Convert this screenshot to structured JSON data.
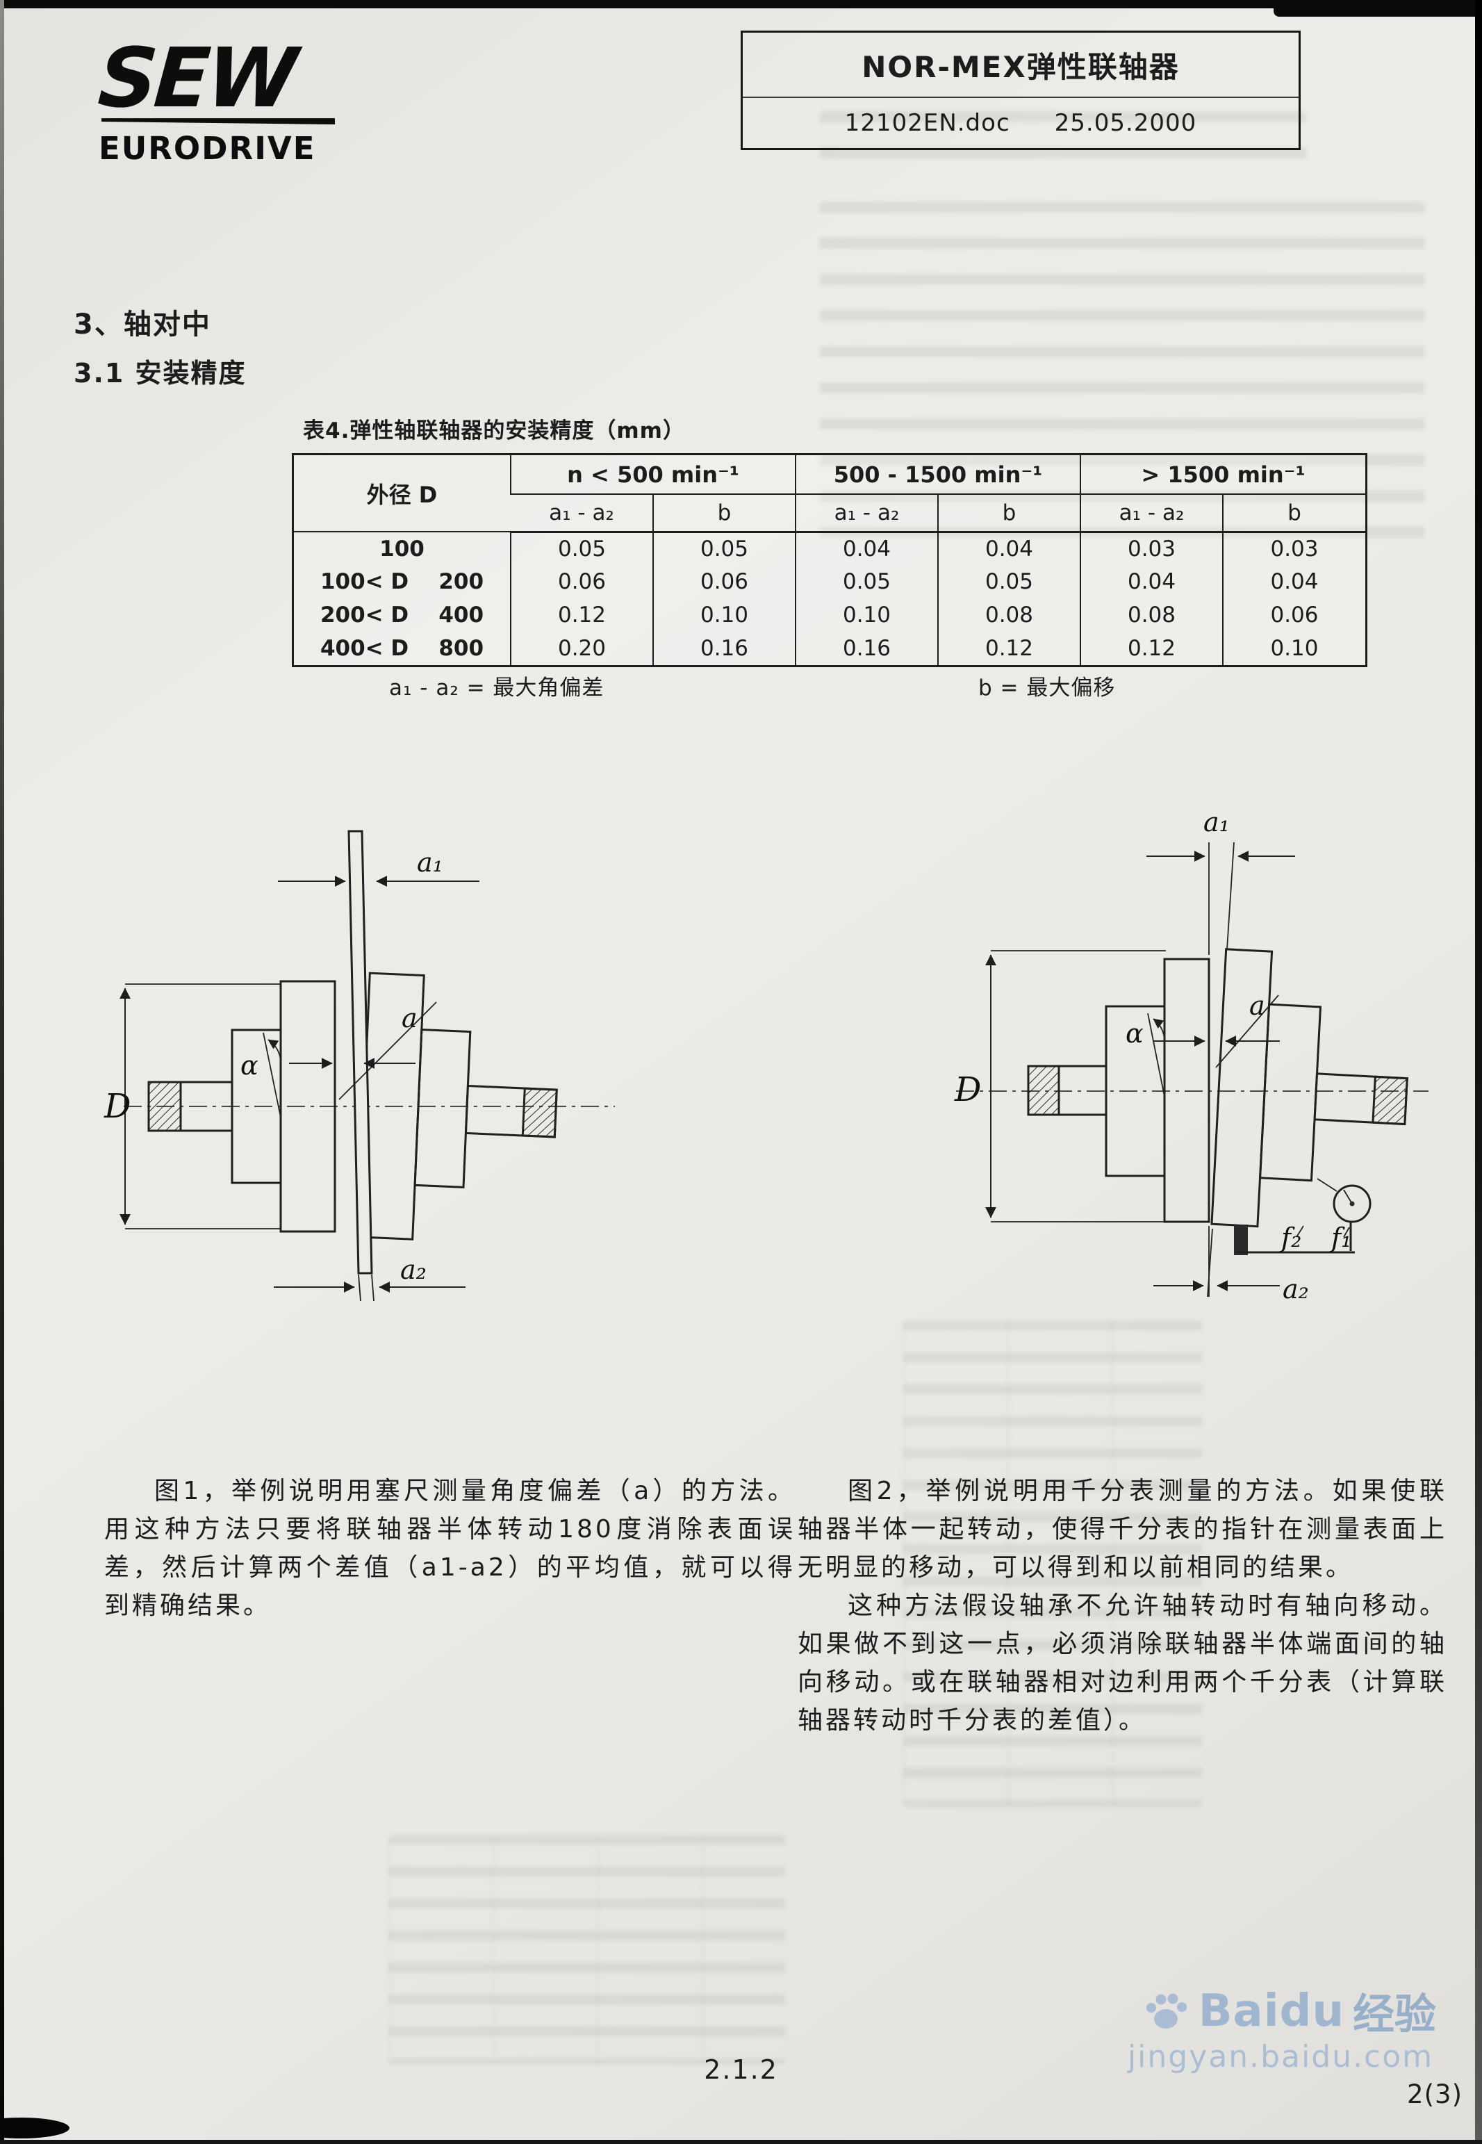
{
  "logo": {
    "name": "SEW",
    "sub": "EURODRIVE"
  },
  "header": {
    "title": "NOR-MEX弹性联轴器",
    "doc": "12102EN.doc",
    "date": "25.05.2000"
  },
  "section": {
    "heading": "3、轴对中",
    "subheading": "3.1 安装精度"
  },
  "table": {
    "caption": "表4.弹性轴联轴器的安装精度（mm）",
    "corner_header": "外径 D",
    "groups": [
      "n < 500 min⁻¹",
      "500 - 1500 min⁻¹",
      "> 1500 min⁻¹"
    ],
    "sub_left": "a₁ - a₂",
    "sub_right": "b",
    "rows": [
      {
        "label": "100",
        "values": [
          "0.05",
          "0.05",
          "0.04",
          "0.04",
          "0.03",
          "0.03"
        ]
      },
      {
        "label": "100< D    200",
        "values": [
          "0.06",
          "0.06",
          "0.05",
          "0.05",
          "0.04",
          "0.04"
        ]
      },
      {
        "label": "200< D    400",
        "values": [
          "0.12",
          "0.10",
          "0.10",
          "0.08",
          "0.08",
          "0.06"
        ]
      },
      {
        "label": "400< D    800",
        "values": [
          "0.20",
          "0.16",
          "0.16",
          "0.12",
          "0.12",
          "0.10"
        ]
      }
    ],
    "note_a": "a₁ - a₂ = 最大角偏差",
    "note_b": "b = 最大偏移"
  },
  "figure1": {
    "labels": {
      "a1": "a₁",
      "a": "a",
      "alpha": "α",
      "D": "D",
      "a2": "a₂"
    }
  },
  "figure2": {
    "labels": {
      "a1": "a₁",
      "a": "a",
      "alpha": "α",
      "D": "D",
      "f2": "f₂",
      "f1": "f₁",
      "a2": "a₂"
    }
  },
  "body_text": {
    "fig1_caption": "图1，举例说明用塞尺测量角度偏差（a）的方法。用这种方法只要将联轴器半体转动180度消除表面误差，然后计算两个差值（a1-a2）的平均值，就可以得到精确结果。",
    "fig2_caption_p1": "图2，举例说明用千分表测量的方法。如果使联轴器半体一起转动，使得千分表的指针在测量表面上无明显的移动，可以得到和以前相同的结果。",
    "fig2_caption_p2": "这种方法假设轴承不允许轴转动时有轴向移动。如果做不到这一点，必须消除联轴器半体端面间的轴向移动。或在联轴器相对边利用两个千分表（计算联轴器转动时千分表的差值）。"
  },
  "watermark": {
    "brand": "Baidu",
    "brand_cn": "经验",
    "url": "jingyan.baidu.com"
  },
  "footer": {
    "center": "2.1.2",
    "right": "2(3)"
  }
}
